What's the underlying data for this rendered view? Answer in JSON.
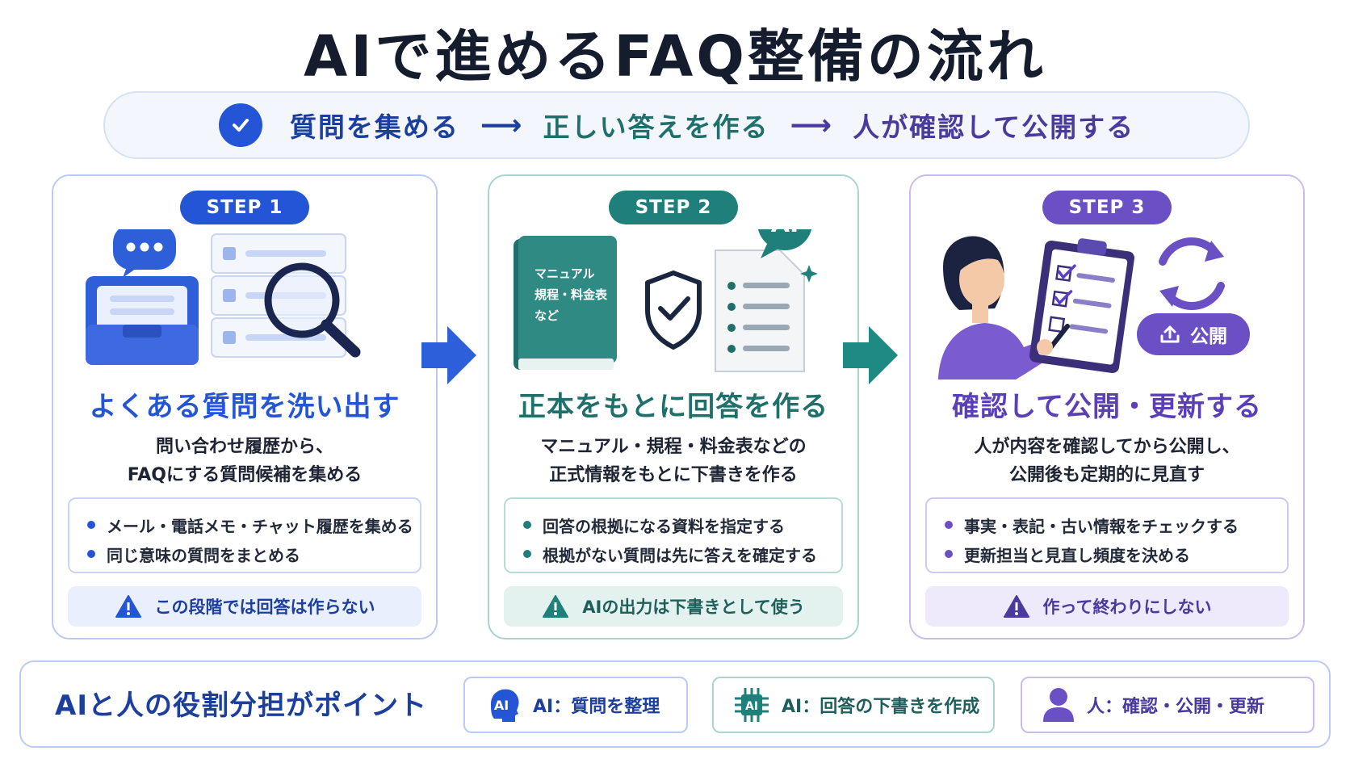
{
  "title": "AIで進めるFAQ整備の流れ",
  "flow": {
    "step1": "質問を集める",
    "step2": "正しい答えを作る",
    "step3": "人が確認して公開する",
    "arrow": "⟶"
  },
  "colors": {
    "blue": "#2455d6",
    "teal": "#1f7f7a",
    "purple": "#6b4fc4"
  },
  "steps": [
    {
      "badge": "STEP 1",
      "heading": "よくある質問を洗い出す",
      "desc": [
        "問い合わせ履歴から、",
        "FAQにする質問候補を集める"
      ],
      "bullets": [
        "メール・電話メモ・チャット履歴を集める",
        "同じ意味の質問をまとめる"
      ],
      "warning": "この段階では回答は作らない"
    },
    {
      "badge": "STEP 2",
      "heading": "正本をもとに回答を作る",
      "desc": [
        "マニュアル・規程・料金表などの",
        "正式情報をもとに下書きを作る"
      ],
      "bullets": [
        "回答の根拠になる資料を指定する",
        "根拠がない質問は先に答えを確定する"
      ],
      "warning": "AIの出力は下書きとして使う",
      "book_lines": [
        "マニュアル",
        "規程・料金表",
        "など"
      ],
      "ai_bubble": "AI"
    },
    {
      "badge": "STEP 3",
      "heading": "確認して公開・更新する",
      "desc": [
        "人が内容を確認してから公開し、",
        "公開後も定期的に見直す"
      ],
      "bullets": [
        "事実・表記・古い情報をチェックする",
        "更新担当と見直し頻度を決める"
      ],
      "warning": "作って終わりにしない",
      "publish_button": "公開"
    }
  ],
  "bottom": {
    "title": "AIと人の役割分担がポイント",
    "roles": [
      {
        "icon": "ai-head-icon",
        "icon_text": "AI",
        "label": "AI：質問を整理"
      },
      {
        "icon": "ai-chip-icon",
        "icon_text": "AI",
        "label": "AI：回答の下書きを作成"
      },
      {
        "icon": "person-icon",
        "label": "人：確認・公開・更新"
      }
    ]
  }
}
